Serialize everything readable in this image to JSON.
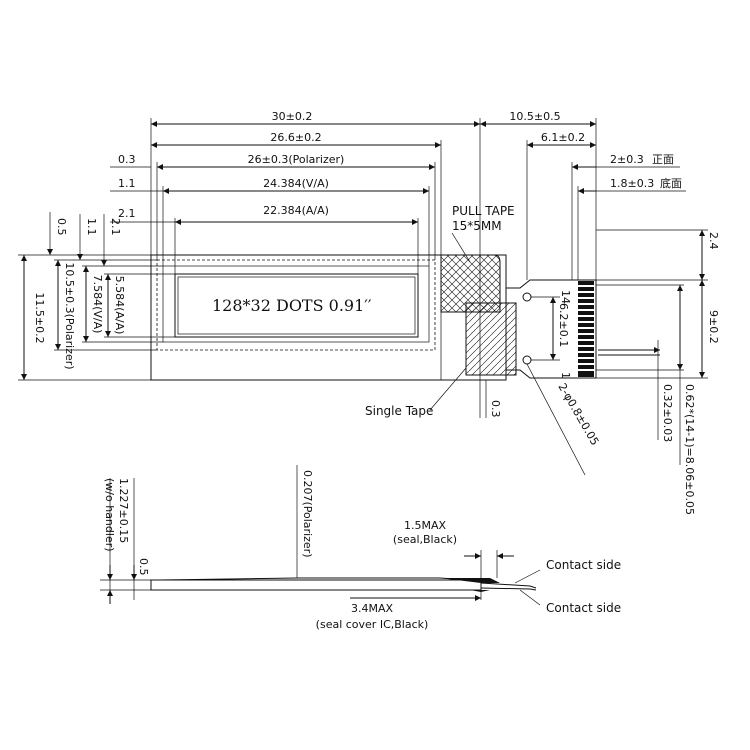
{
  "top_dims": {
    "d30": "30±0.2",
    "d26_6": "26.6±0.2",
    "d26_pol": "26±0.3(Polarizer)",
    "d24_va": "24.384(V/A)",
    "d22_aa": "22.384(A/A)",
    "d10_5": "10.5±0.5",
    "d6_1": "6.1±0.2",
    "d2_front": "2±0.3",
    "d1_8_bottom": "1.8±0.3",
    "cn_front": "正面",
    "cn_bottom": "底面",
    "l0_3": "0.3",
    "l1_1": "1.1",
    "l2_1": "2.1"
  },
  "left_dims": {
    "v0_5": "0.5",
    "v1_1": "1.1",
    "v2_1": "2.1",
    "v11_5": "11.5±0.2",
    "v10_5_pol": "10.5±0.3(Polarizer)",
    "v7_584": "7.584(V/A)",
    "v5_584": "5.584(A/A)"
  },
  "right_dims": {
    "v2_4": "2.4",
    "v9": "9±0.2",
    "v6_2": "6.2±0.1",
    "v0_32": "0.32±0.03",
    "pitch": "0.62*(14-1)=8.06±0.05",
    "holes": "2-φ0.8±0.05",
    "v0_3": "0.3",
    "pin14": "14",
    "pin1": "1"
  },
  "labels": {
    "pull_tape": "PULL TAPE",
    "pull_tape_size": "15*5MM",
    "single_tape": "Single Tape",
    "screen_text": "128*32 DOTS 0.91′′"
  },
  "side_view": {
    "v1_227": "1.227±0.15",
    "wo_handler": "(w/o handler)",
    "v0_5": "0.5",
    "v0_207": "0.207(Polarizer)",
    "max1_5": "1.5MAX",
    "seal_black": "(seal,Black)",
    "max3_4": "3.4MAX",
    "seal_cover": "(seal cover IC,Black)",
    "contact_top": "Contact side",
    "contact_bottom": "Contact side"
  }
}
